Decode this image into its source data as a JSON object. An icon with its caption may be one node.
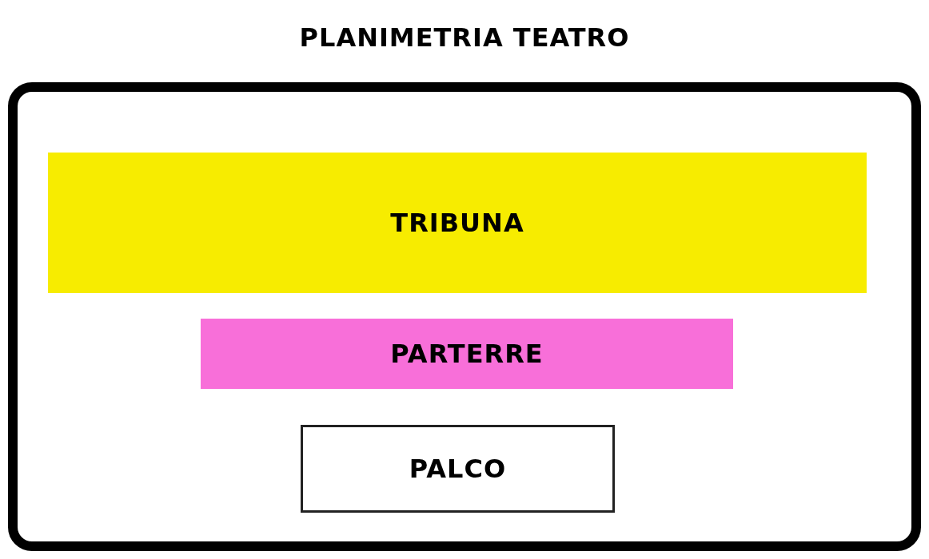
{
  "diagram": {
    "title": "PLANIMETRIA TEATRO",
    "nodes": [
      {
        "text": [],
        "shape": "box"
      },
      {
        "text": [
          "TRIBUNA"
        ],
        "in": 0
      },
      {
        "text": [
          "PARTERRE"
        ],
        "in": 0
      },
      {
        "text": [
          "PALCO"
        ],
        "in": 0
      }
    ]
  }
}
